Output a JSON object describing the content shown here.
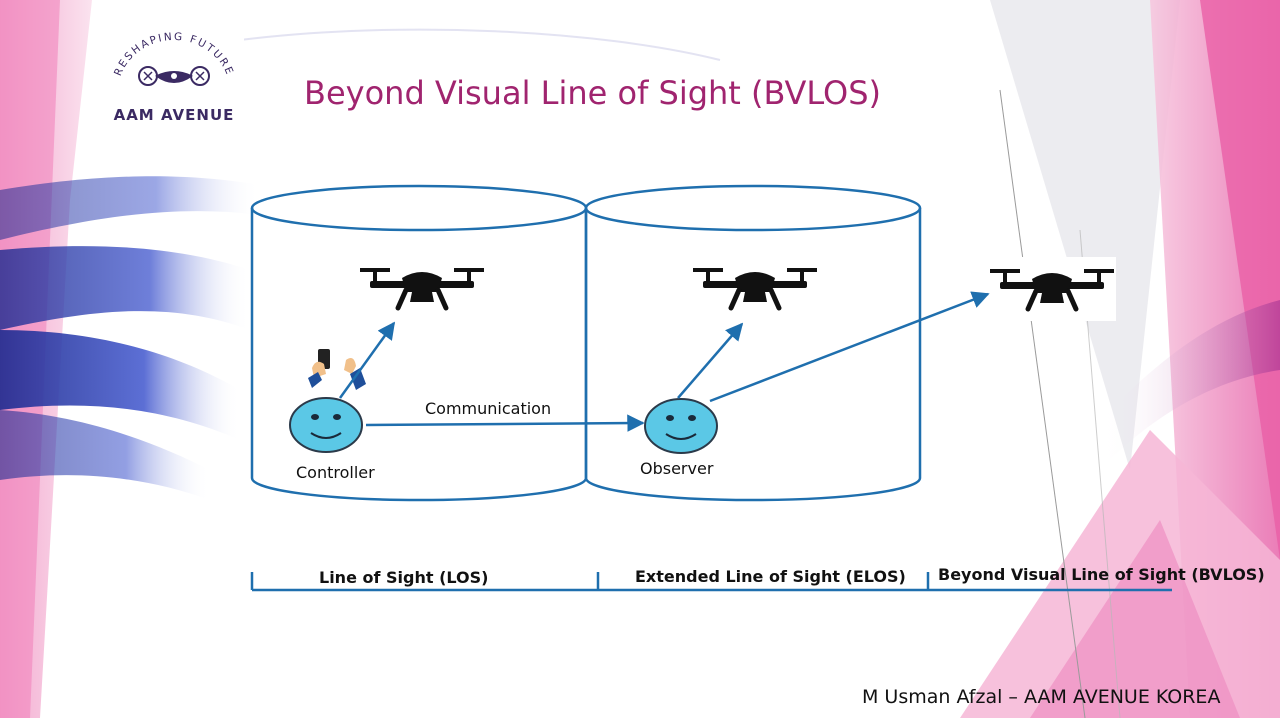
{
  "slide": {
    "title": "Beyond Visual Line of Sight (BVLOS)",
    "footer": "M Usman Afzal – AAM AVENUE KOREA"
  },
  "logo": {
    "arc_text": "RESHAPING FUTURE",
    "name": "AAM AVENUE",
    "icon": "drone-logo-icon"
  },
  "diagram": {
    "zones": [
      {
        "label": "Line of Sight (LOS)"
      },
      {
        "label": "Extended Line of Sight (ELOS)"
      },
      {
        "label": "Beyond Visual Line of Sight (BVLOS)"
      }
    ],
    "actors": {
      "controller": "Controller",
      "observer": "Observer"
    },
    "link_label": "Communication",
    "icons": [
      "drone-icon",
      "smiley-face-icon",
      "hands-with-phone-icon"
    ]
  },
  "colors": {
    "title": "#a0246f",
    "arrow": "#1f6fae",
    "face_fill": "#5bc8e6",
    "logo_text": "#3b2a63",
    "pink": "#e880b8"
  }
}
